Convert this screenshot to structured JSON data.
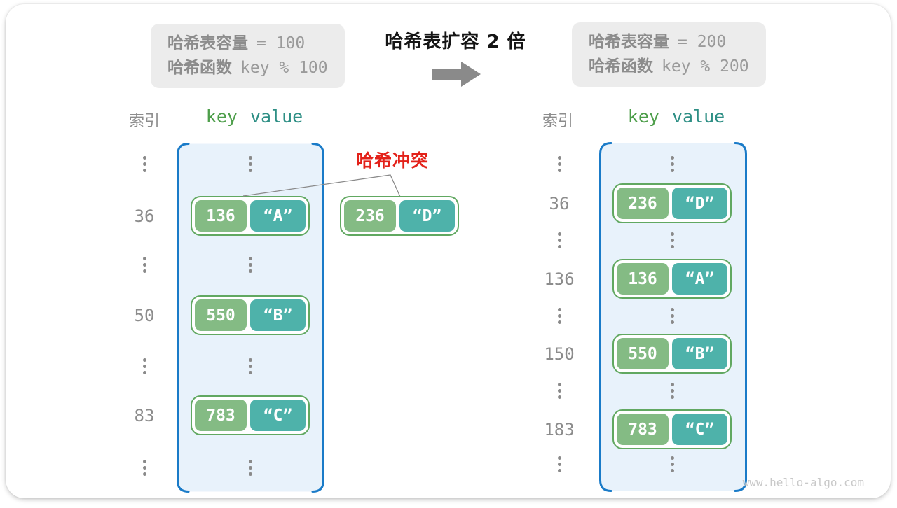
{
  "transform": {
    "title": "哈希表扩容 2 倍",
    "arrow_icon": "right-arrow"
  },
  "info_boxes": {
    "before": {
      "capacity_label": "哈希表容量",
      "capacity_value": "= 100",
      "function_label": "哈希函数",
      "function_value": "key % 100"
    },
    "after": {
      "capacity_label": "哈希表容量",
      "capacity_value": "= 200",
      "function_label": "哈希函数",
      "function_value": "key % 200"
    }
  },
  "collision": {
    "label": "哈希冲突"
  },
  "tables": {
    "before": {
      "index_header": "索引",
      "key_header": "key",
      "value_header": "value",
      "rows": [
        {
          "type": "dots"
        },
        {
          "type": "entry",
          "index": "36",
          "key": "136",
          "value": "“A”"
        },
        {
          "type": "dots"
        },
        {
          "type": "entry",
          "index": "50",
          "key": "550",
          "value": "“B”"
        },
        {
          "type": "dots"
        },
        {
          "type": "entry",
          "index": "83",
          "key": "783",
          "value": "“C”"
        },
        {
          "type": "dots"
        }
      ]
    },
    "after": {
      "index_header": "索引",
      "key_header": "key",
      "value_header": "value",
      "rows": [
        {
          "type": "dots"
        },
        {
          "type": "entry",
          "index": "36",
          "key": "236",
          "value": "“D”"
        },
        {
          "type": "dots"
        },
        {
          "type": "entry",
          "index": "136",
          "key": "136",
          "value": "“A”"
        },
        {
          "type": "dots"
        },
        {
          "type": "entry",
          "index": "150",
          "key": "550",
          "value": "“B”"
        },
        {
          "type": "dots"
        },
        {
          "type": "entry",
          "index": "183",
          "key": "783",
          "value": "“C”"
        },
        {
          "type": "dots"
        }
      ]
    }
  },
  "overflow_pair": {
    "key": "236",
    "value": "“D”"
  },
  "watermark": "www.hello-algo.com",
  "colors": {
    "accent_blue": "#1a7bc8",
    "container_fill": "#e8f2fb",
    "key_green": "#84bb84",
    "value_teal": "#4eb2aa",
    "pair_border": "#61a861",
    "text_gray": "#8c8c8c",
    "mono_gray": "#9a9a9a",
    "title_black": "#151515",
    "collision_red": "#e32119",
    "info_bg": "#ececec",
    "arrow_gray": "#8a8a8a",
    "watermark_gray": "#c9c9c9",
    "key_header_green": "#4d9e4a",
    "value_header_teal": "#2e8f85",
    "line_gray": "#8a8a8a"
  }
}
